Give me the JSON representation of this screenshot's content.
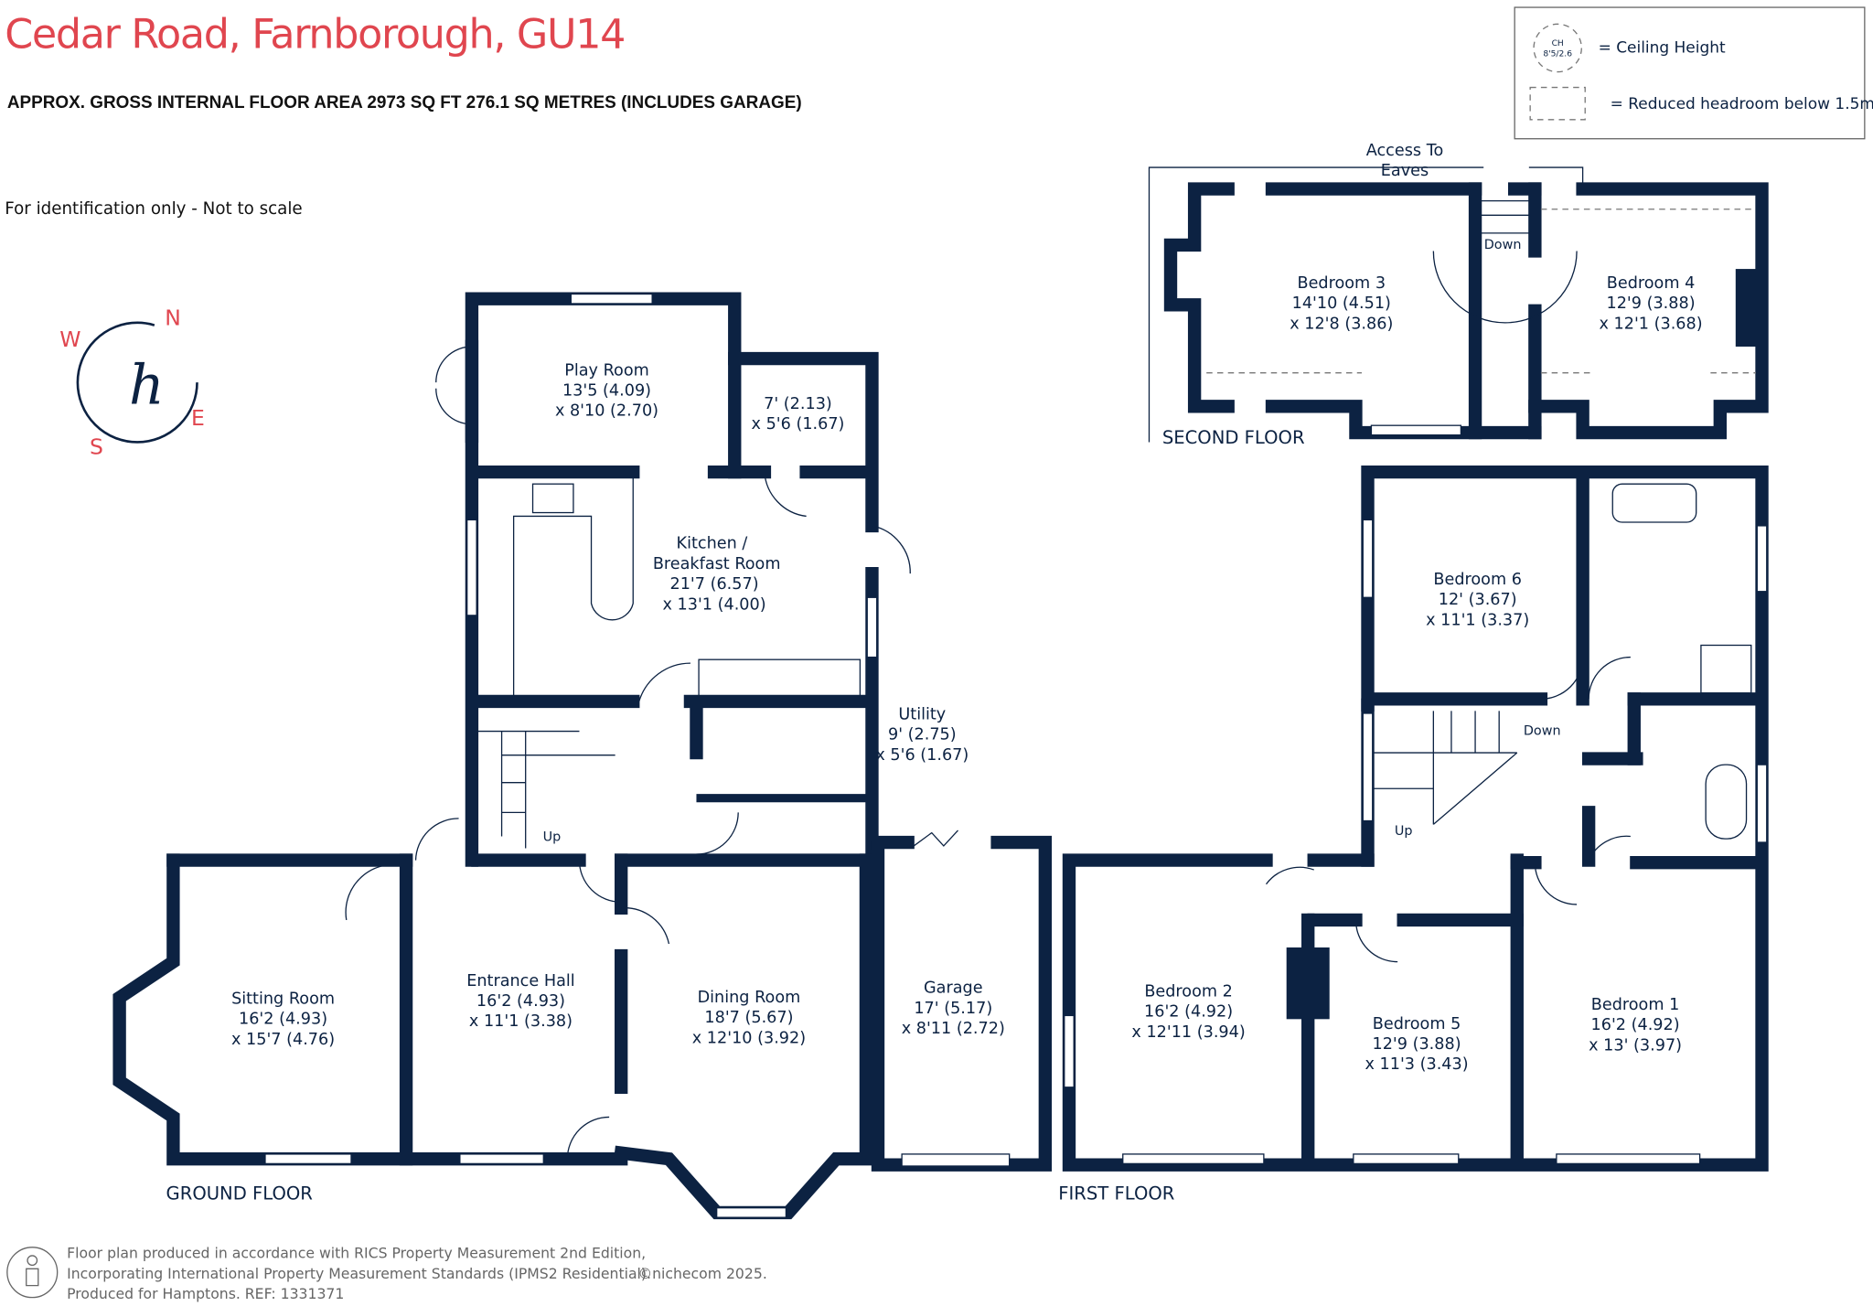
{
  "header": {
    "title": "Cedar Road, Farnborough, GU14",
    "area": "APPROX. GROSS INTERNAL FLOOR AREA 2973 SQ FT 276.1 SQ METRES (INCLUDES GARAGE)",
    "note": "For identification only - Not to scale"
  },
  "legend": {
    "ch_label": "CH",
    "ch_value": "8'5/2.6",
    "ceiling": "= Ceiling Height",
    "reduced": "= Reduced headroom below 1.5m"
  },
  "compass": {
    "n": "N",
    "e": "E",
    "s": "S",
    "w": "W",
    "logo": "h"
  },
  "floors": {
    "ground": "GROUND FLOOR",
    "first": "FIRST FLOOR",
    "second": "SECOND FLOOR"
  },
  "labels": {
    "access1": "Access To",
    "access2": "Eaves",
    "down": "Down",
    "up": "Up"
  },
  "rooms": {
    "play": [
      "Play Room",
      "13'5 (4.09)",
      "x 8'10 (2.70)"
    ],
    "store": [
      "7' (2.13)",
      "x 5'6 (1.67)"
    ],
    "kitchen": [
      "Kitchen /",
      "Breakfast Room",
      "21'7 (6.57)",
      "x 13'1 (4.00)"
    ],
    "utility": [
      "Utility",
      "9' (2.75)",
      "x 5'6 (1.67)"
    ],
    "sitting": [
      "Sitting Room",
      "16'2 (4.93)",
      "x 15'7 (4.76)"
    ],
    "hall": [
      "Entrance Hall",
      "16'2 (4.93)",
      "x 11'1 (3.38)"
    ],
    "dining": [
      "Dining Room",
      "18'7 (5.67)",
      "x 12'10 (3.92)"
    ],
    "garage": [
      "Garage",
      "17' (5.17)",
      "x 8'11 (2.72)"
    ],
    "bed2": [
      "Bedroom 2",
      "16'2 (4.92)",
      "x 12'11 (3.94)"
    ],
    "bed5": [
      "Bedroom 5",
      "12'9 (3.88)",
      "x 11'3 (3.43)"
    ],
    "bed1": [
      "Bedroom 1",
      "16'2 (4.92)",
      "x 13' (3.97)"
    ],
    "bed6": [
      "Bedroom 6",
      "12' (3.67)",
      "x 11'1 (3.37)"
    ],
    "bed3": [
      "Bedroom 3",
      "14'10 (4.51)",
      "x 12'8 (3.86)"
    ],
    "bed4": [
      "Bedroom 4",
      "12'9 (3.88)",
      "x 12'1 (3.68)"
    ]
  },
  "footer": {
    "line1": "Floor plan produced in accordance with RICS Property Measurement 2nd Edition,",
    "line2": "Incorporating International Property Measurement Standards (IPMS2 Residential).",
    "copyright": "©nichecom 2025.",
    "line3": "Produced for Hamptons.   REF:  1331371"
  },
  "colors": {
    "title": "#e0464f",
    "walls": "#0c2242"
  }
}
